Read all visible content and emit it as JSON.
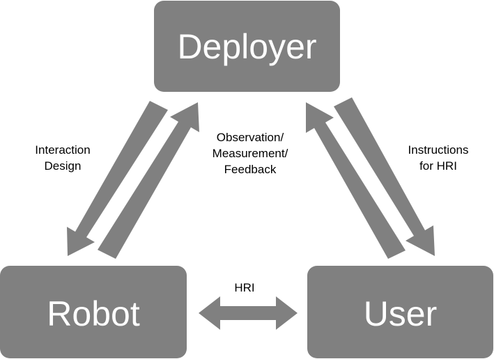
{
  "nodes": {
    "deployer": "Deployer",
    "robot": "Robot",
    "user": "User"
  },
  "edge_labels": {
    "interaction_design": [
      "Interaction",
      "Design"
    ],
    "observation": [
      "Observation/",
      "Measurement/",
      "Feedback"
    ],
    "instructions": [
      "Instructions",
      "for HRI"
    ],
    "hri": "HRI"
  },
  "colors": {
    "box_fill": "#808080",
    "arrow_fill": "#808080",
    "node_text": "#ffffff",
    "label_text": "#000000"
  }
}
